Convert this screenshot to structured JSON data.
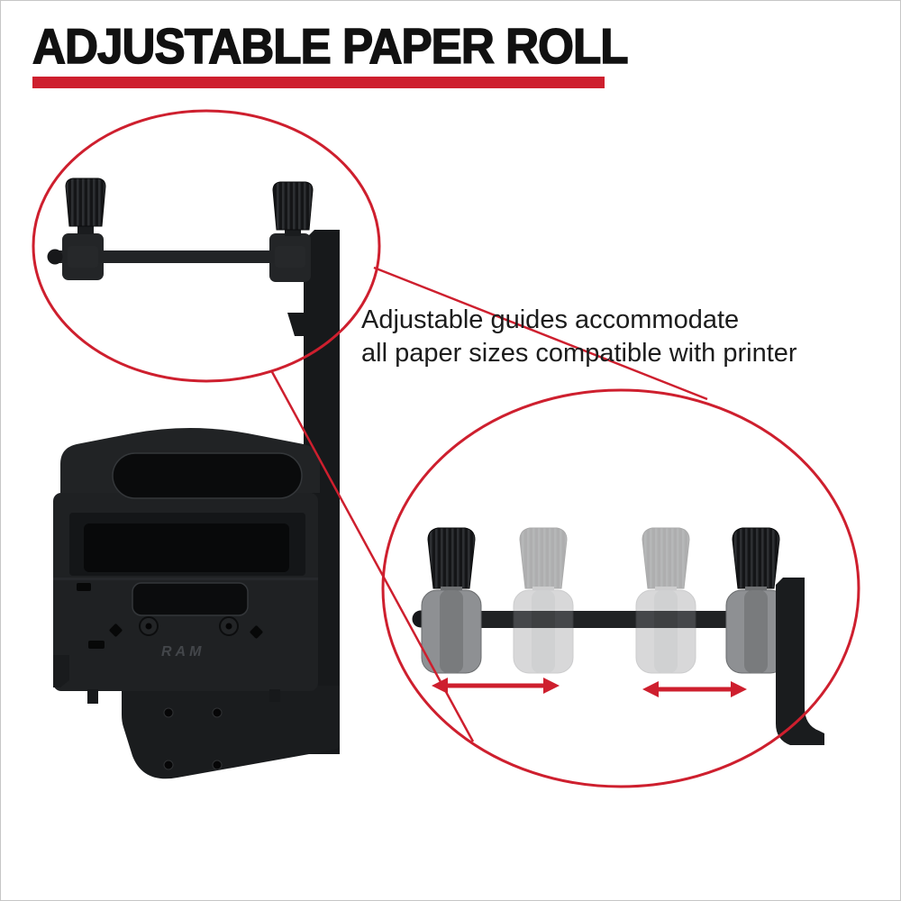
{
  "header": {
    "title": "ADJUSTABLE PAPER ROLL"
  },
  "annotation": {
    "line1": "Adjustable guides accommodate",
    "line2": "all paper sizes compatible with printer"
  },
  "product": {
    "brand_label": "RAM",
    "description": "black printer mounting bracket with adjustable paper roll spindle"
  },
  "colors": {
    "accent": "#ce1f2e",
    "title": "#111111",
    "product_dark": "#1c1e20",
    "guide_gray": "#8e9093"
  }
}
